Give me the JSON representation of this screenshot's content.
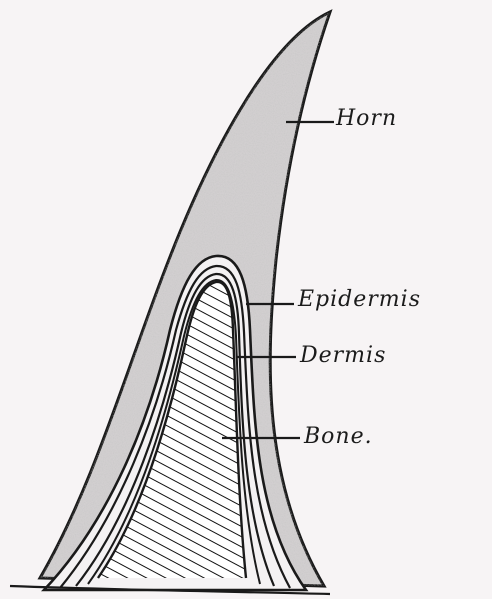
{
  "labels": {
    "horn": "Horn",
    "epidermis": "Epidermis",
    "dermis": "Dermis",
    "bone": "Bone."
  }
}
